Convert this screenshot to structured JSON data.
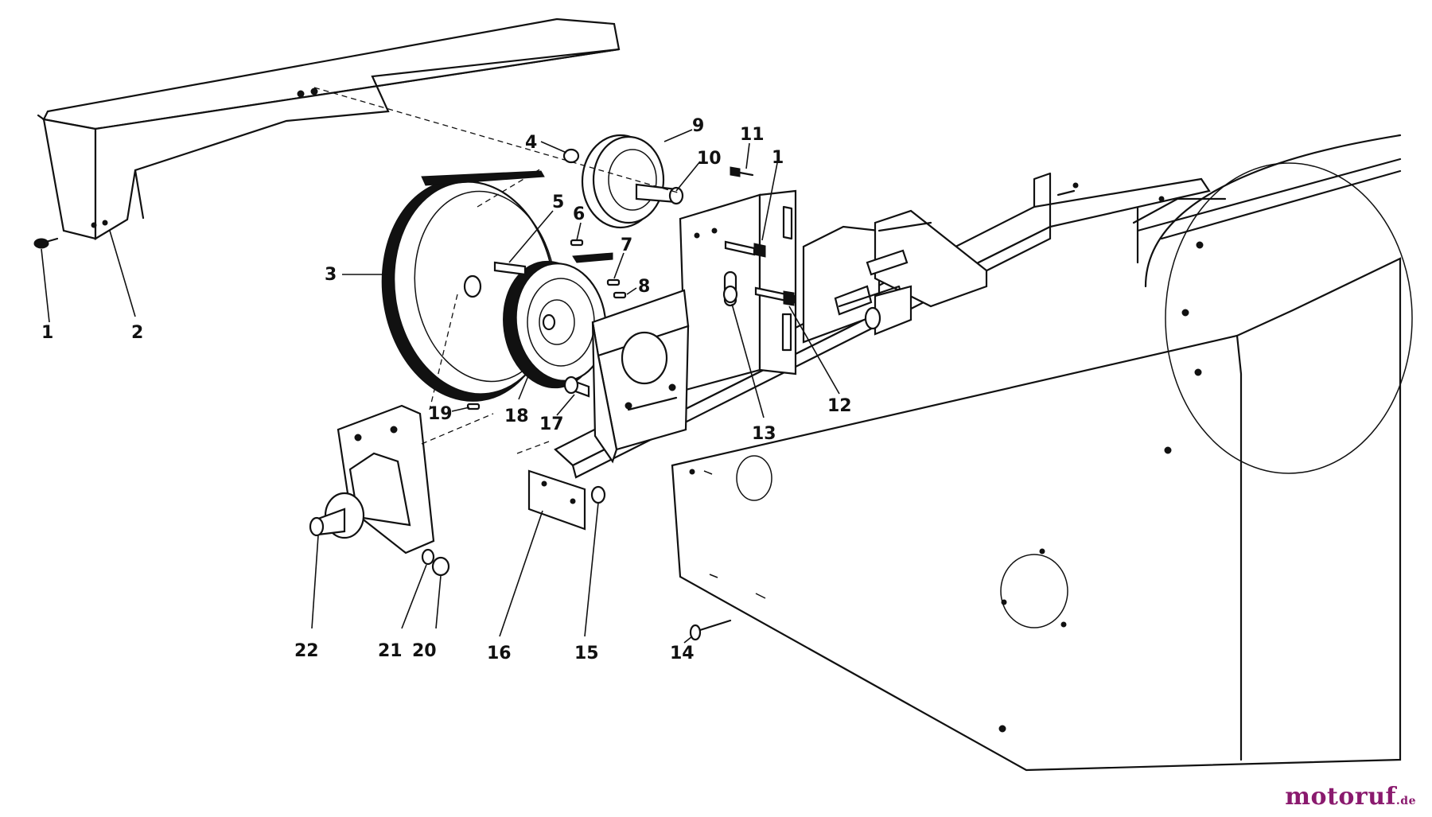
{
  "diagram": {
    "callouts": {
      "c1a": "1",
      "c2": "2",
      "c3": "3",
      "c4": "4",
      "c5": "5",
      "c6": "6",
      "c7": "7",
      "c8": "8",
      "c9": "9",
      "c10": "10",
      "c11": "11",
      "c1b": "1",
      "c12": "12",
      "c13": "13",
      "c14": "14",
      "c15": "15",
      "c16": "16",
      "c17": "17",
      "c18": "18",
      "c19": "19",
      "c20": "20",
      "c21": "21",
      "c22": "22"
    }
  },
  "watermark": {
    "brand": "motoruf",
    "tld": ".de"
  }
}
